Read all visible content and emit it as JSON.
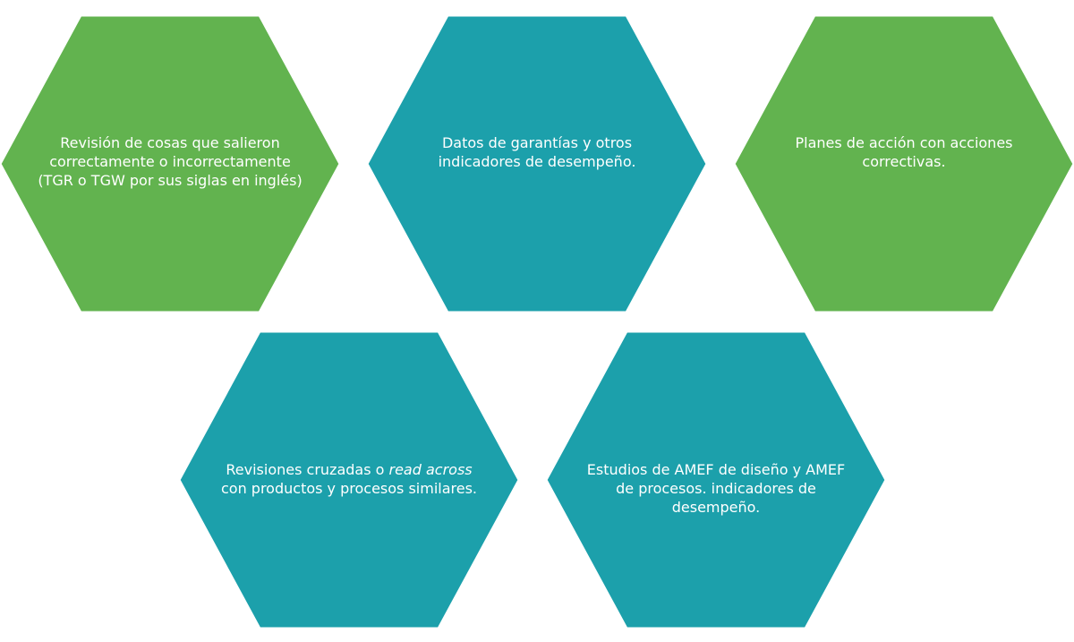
{
  "colors": {
    "green": "#62b34f",
    "teal": "#1ca0ab",
    "border": "#ffffff"
  },
  "hexagons": [
    {
      "name": "hex-tgr-tgw",
      "color": "green",
      "text": "Revisión de cosas que salieron correctamente o incorrectamente (TGR o TGW por sus siglas en inglés)"
    },
    {
      "name": "hex-warranty-data",
      "color": "teal",
      "text": "Datos de garantías y otros indicadores de desempeño."
    },
    {
      "name": "hex-action-plans",
      "color": "green",
      "text": "Planes de acción con acciones correctivas."
    },
    {
      "name": "hex-read-across",
      "color": "teal",
      "text_before": "Revisiones cruzadas o ",
      "text_emph": "read across",
      "text_after": " con productos y procesos similares."
    },
    {
      "name": "hex-amef-studies",
      "color": "teal",
      "text": "Estudios de AMEF de diseño y AMEF de procesos. indicadores de desempeño."
    }
  ]
}
